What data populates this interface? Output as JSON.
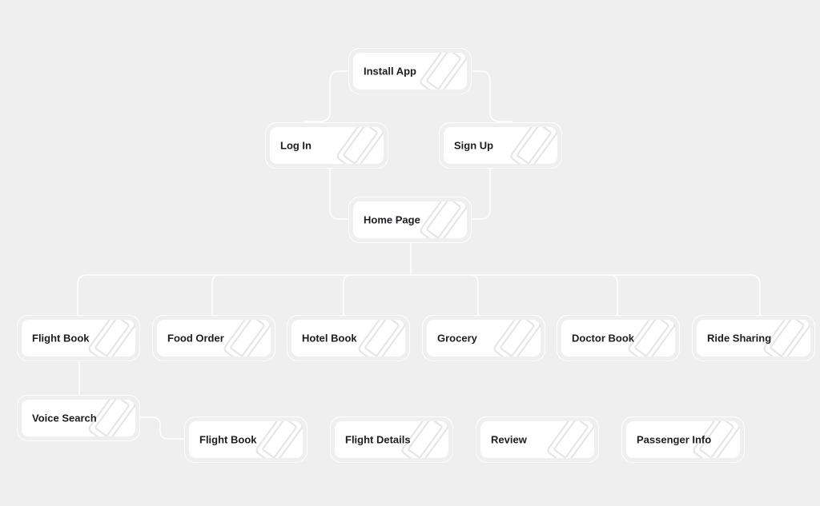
{
  "diagram": {
    "nodes": [
      {
        "id": "install-app",
        "label": "Install App"
      },
      {
        "id": "log-in",
        "label": "Log In"
      },
      {
        "id": "sign-up",
        "label": "Sign Up"
      },
      {
        "id": "home-page",
        "label": "Home Page"
      },
      {
        "id": "flight-book",
        "label": "Flight Book"
      },
      {
        "id": "food-order",
        "label": "Food Order"
      },
      {
        "id": "hotel-book",
        "label": "Hotel Book"
      },
      {
        "id": "grocery",
        "label": "Grocery"
      },
      {
        "id": "doctor-book",
        "label": "Doctor Book"
      },
      {
        "id": "ride-sharing",
        "label": "Ride Sharing"
      },
      {
        "id": "voice-search",
        "label": "Voice Search"
      },
      {
        "id": "flight-book-2",
        "label": "Flight Book"
      },
      {
        "id": "flight-details",
        "label": "Flight Details"
      },
      {
        "id": "review",
        "label": "Review"
      },
      {
        "id": "passenger-info",
        "label": "Passenger Info"
      }
    ],
    "edges": [
      {
        "from": "install-app",
        "to": "log-in"
      },
      {
        "from": "install-app",
        "to": "sign-up"
      },
      {
        "from": "log-in",
        "to": "home-page"
      },
      {
        "from": "sign-up",
        "to": "home-page"
      },
      {
        "from": "home-page",
        "to": "flight-book"
      },
      {
        "from": "home-page",
        "to": "food-order"
      },
      {
        "from": "home-page",
        "to": "hotel-book"
      },
      {
        "from": "home-page",
        "to": "grocery"
      },
      {
        "from": "home-page",
        "to": "doctor-book"
      },
      {
        "from": "home-page",
        "to": "ride-sharing"
      },
      {
        "from": "flight-book",
        "to": "voice-search"
      },
      {
        "from": "voice-search",
        "to": "flight-book-2"
      }
    ]
  },
  "colors": {
    "background": "#efefef",
    "node_fill": "#ffffff",
    "node_border": "#ffffff",
    "connector": "#ffffff",
    "label_text": "#1d1d1f",
    "decoration_stroke": "#e6e6e6"
  },
  "icons": {
    "node_decoration": "phone-outline-icon"
  }
}
